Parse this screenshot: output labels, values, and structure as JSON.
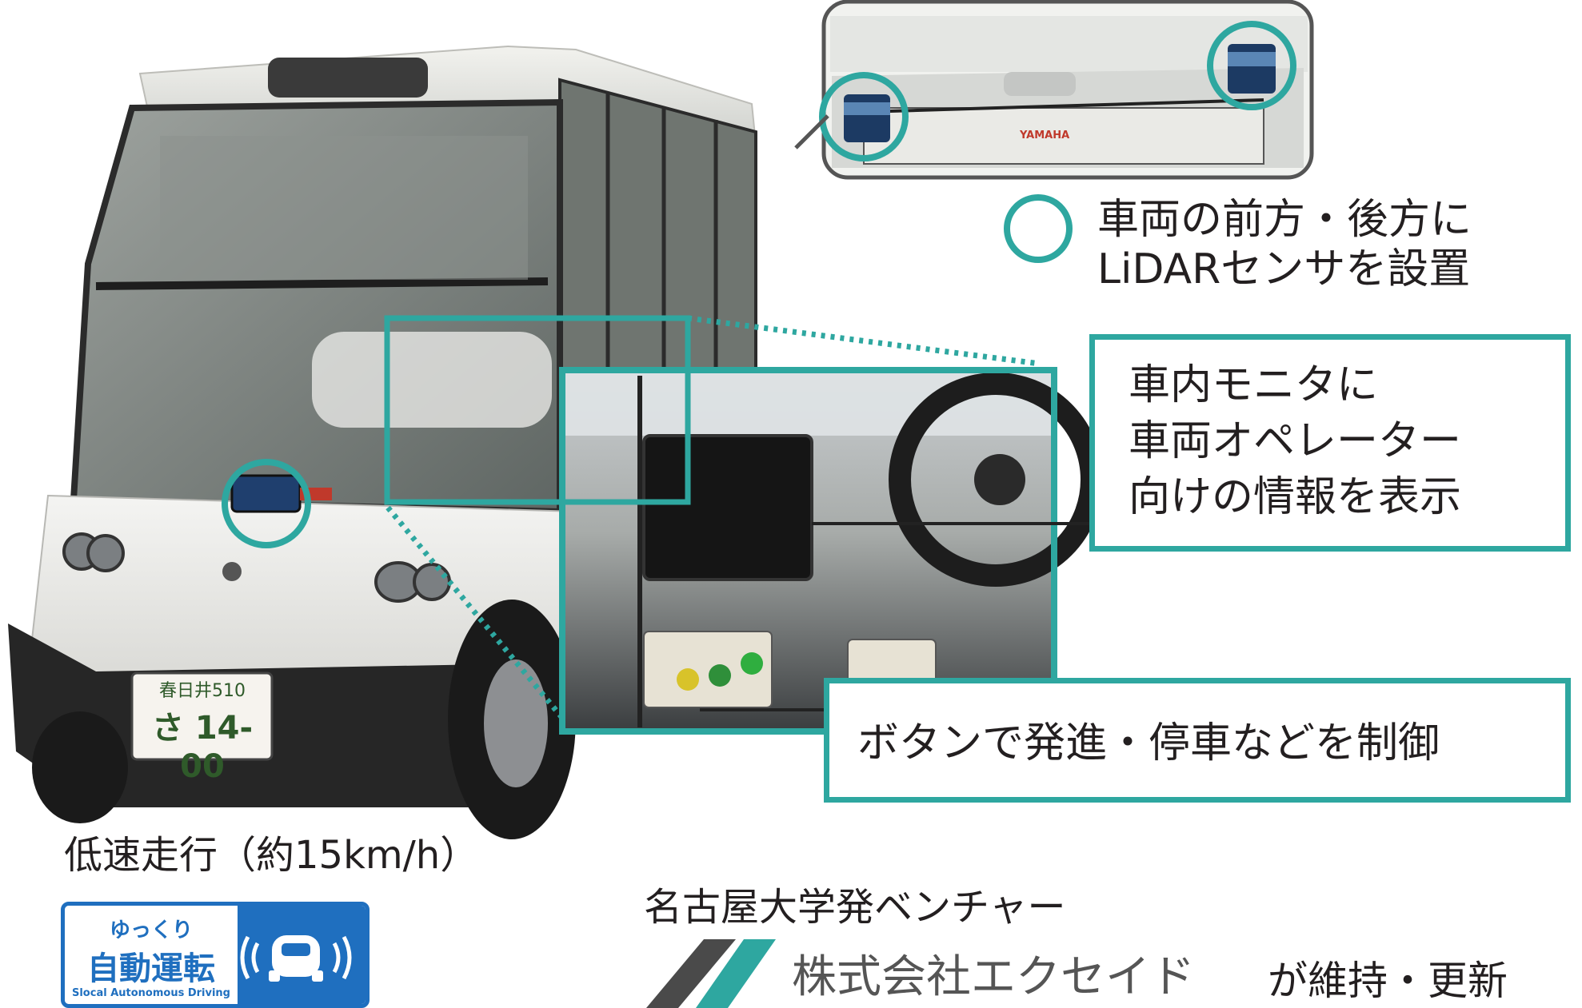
{
  "lidar": {
    "line1": "車両の前方・後方に",
    "line2": "LiDARセンサを設置"
  },
  "monitor": {
    "line1": "車内モニタに",
    "line2": "車両オペレーター",
    "line3": "向けの情報を表示"
  },
  "buttons_caption": "ボタンで発進・停車などを制御",
  "speed_caption": "低速走行（約15km/h）",
  "badge": {
    "line1": "ゆっくり",
    "line2": "自動運転",
    "line3": "Slocal Autonomous Driving"
  },
  "venture": {
    "heading": "名古屋大学発ベンチャー",
    "company": "株式会社エクセイド",
    "suffix": "が維持・更新"
  },
  "plate": {
    "region": "春日井510",
    "number": "さ 14-00"
  },
  "emblems": {
    "yamaha_label": "YAMAHA"
  },
  "colors": {
    "accent": "#2ea7a0",
    "badge_blue": "#1f6fbf"
  }
}
